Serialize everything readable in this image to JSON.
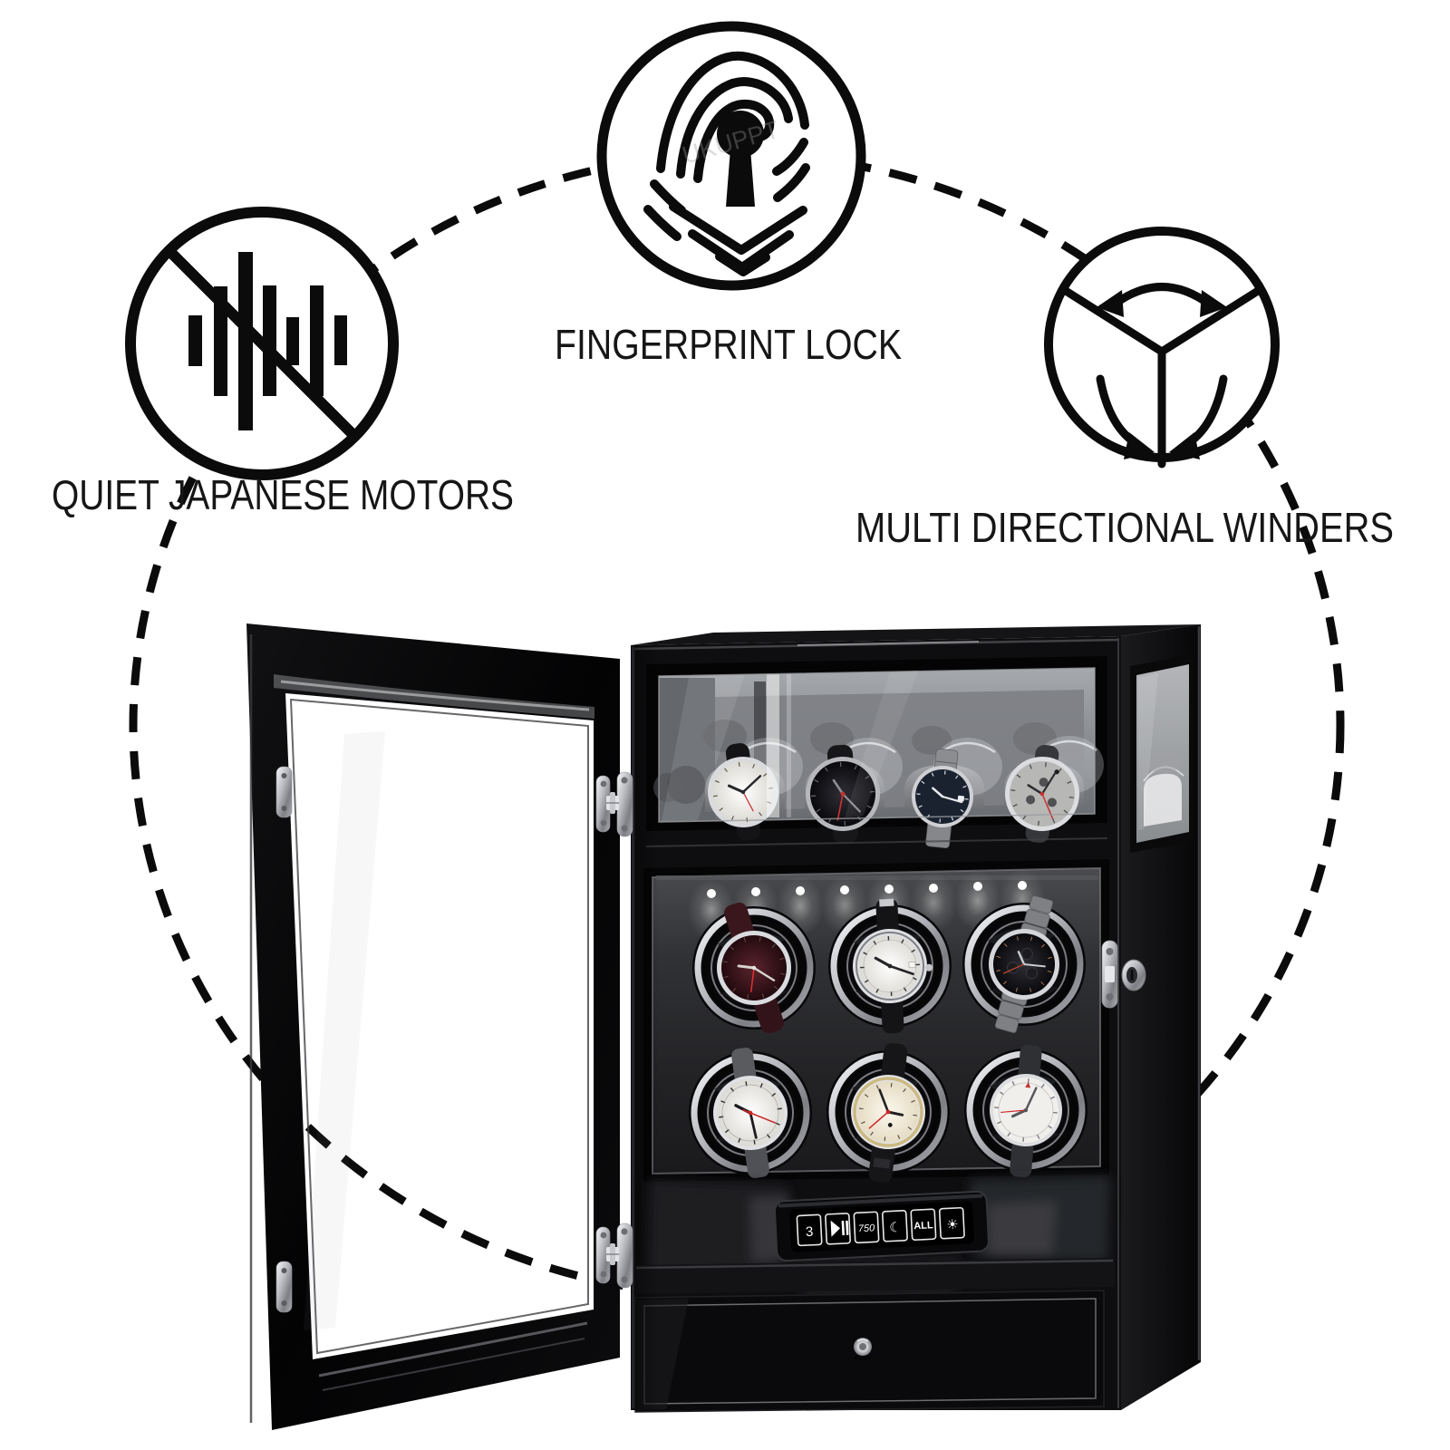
{
  "background": "#ffffff",
  "features": [
    {
      "label": "QUIET JAPANESE MOTORS",
      "icon": "muted-sound-waves-icon"
    },
    {
      "label": "FINGERPRINT LOCK",
      "icon": "fingerprint-keyhole-icon"
    },
    {
      "label": "MULTI DIRECTIONAL WINDERS",
      "icon": "multi-direction-rotation-icon"
    }
  ],
  "watermark": "UKUPPT",
  "product": {
    "name": "watch winder display cabinet",
    "shelf_watch_count": 4,
    "winder_count": 6,
    "control_panel": {
      "buttons": [
        "3",
        "▶⏸",
        "750",
        "☾",
        "ALL",
        "☀"
      ]
    },
    "colors": {
      "cabinet_gloss_black": "#0d0d10",
      "chrome": "#c9cbd0",
      "interior_wall": "#2e2e31",
      "led_white": "#ffffff"
    }
  }
}
